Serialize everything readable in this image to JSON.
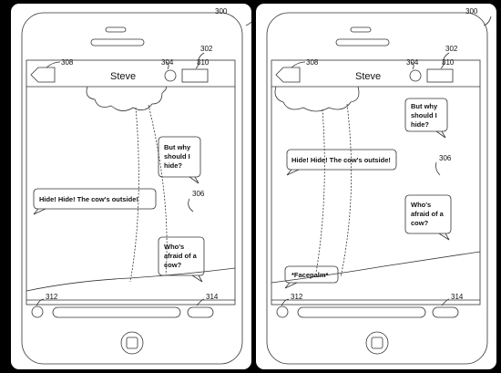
{
  "figures": [
    {
      "reference_numbers": {
        "device": "300",
        "top_right": "302",
        "back_button": "308",
        "center_icon": "304",
        "top_button": "310",
        "bubble_label": "306",
        "bottom_left": "312",
        "bottom_right": "314"
      },
      "header_name": "Steve",
      "messages": [
        {
          "lines": [
            "But why",
            "should I",
            "hide?"
          ]
        },
        {
          "lines": [
            "Hide!  Hide!  The cow's outside!"
          ]
        },
        {
          "lines": [
            "Who's",
            "afraid of a",
            "cow?"
          ]
        }
      ]
    },
    {
      "reference_numbers": {
        "device": "300",
        "top_right": "302",
        "back_button": "308",
        "center_icon": "304",
        "top_button": "310",
        "bubble_label": "306",
        "bottom_left": "312",
        "bottom_right": "314"
      },
      "header_name": "Steve",
      "messages": [
        {
          "lines": [
            "But why",
            "should I",
            "hide?"
          ]
        },
        {
          "lines": [
            "Hide!  Hide!  The cow's outside!"
          ]
        },
        {
          "lines": [
            "Who's",
            "afraid of a",
            "cow?"
          ]
        },
        {
          "lines": [
            "*Facepalm*"
          ]
        }
      ]
    }
  ]
}
